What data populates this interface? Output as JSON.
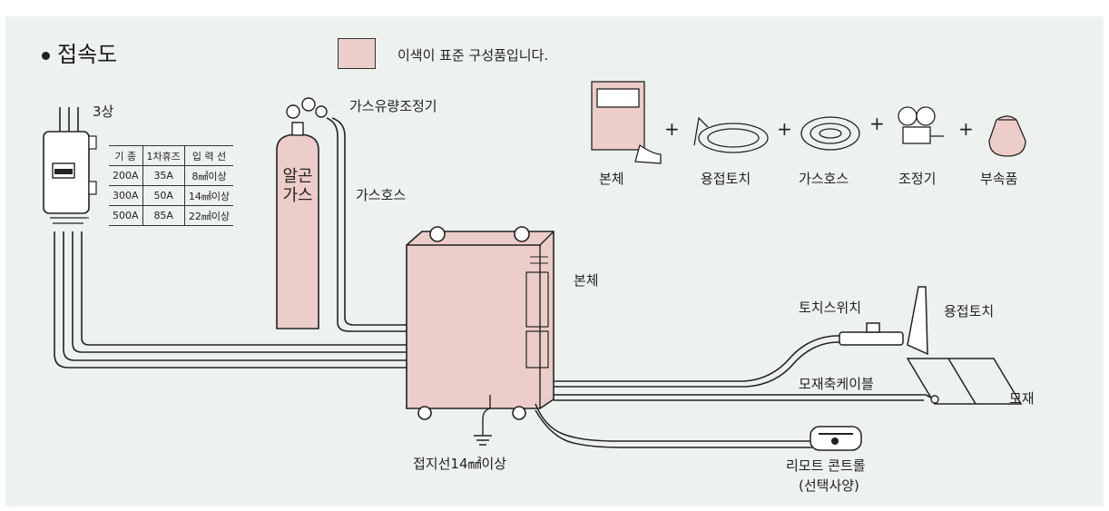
{
  "header": {
    "title": "접속도"
  },
  "legend": {
    "text": "이색이 표준 구성품입니다.",
    "swatch_color": "#eccdc9"
  },
  "power": {
    "phase_label": "3상"
  },
  "spec_table": {
    "columns": [
      "기 종",
      "1차휴즈",
      "입 력 선"
    ],
    "rows": [
      [
        "200A",
        "35A",
        "8㎟이상"
      ],
      [
        "300A",
        "50A",
        "14㎟이상"
      ],
      [
        "500A",
        "85A",
        "22㎟이상"
      ]
    ]
  },
  "labels": {
    "regulator": "가스유량조정기",
    "cylinder": "알곤 가스",
    "gas_hose": "가스호스",
    "main_unit": "본체",
    "torch_switch": "토치스위치",
    "welding_torch": "용접토치",
    "base_cable": "모재축케이블",
    "base_metal": "모재",
    "ground": "접지선14㎟이상",
    "remote": "리모트 콘트롤",
    "remote_note": "(선택사양)"
  },
  "components": {
    "items": [
      {
        "label": "본체",
        "icon": "welder-unit-icon"
      },
      {
        "label": "용접토치",
        "icon": "welding-torch-icon"
      },
      {
        "label": "가스호스",
        "icon": "gas-hose-icon"
      },
      {
        "label": "조정기",
        "icon": "regulator-icon"
      },
      {
        "label": "부속품",
        "icon": "accessory-bag-icon"
      }
    ],
    "separator": "+"
  },
  "colors": {
    "standard_part": "#eccdc9",
    "line": "#222222",
    "background": "#eef2ef"
  }
}
